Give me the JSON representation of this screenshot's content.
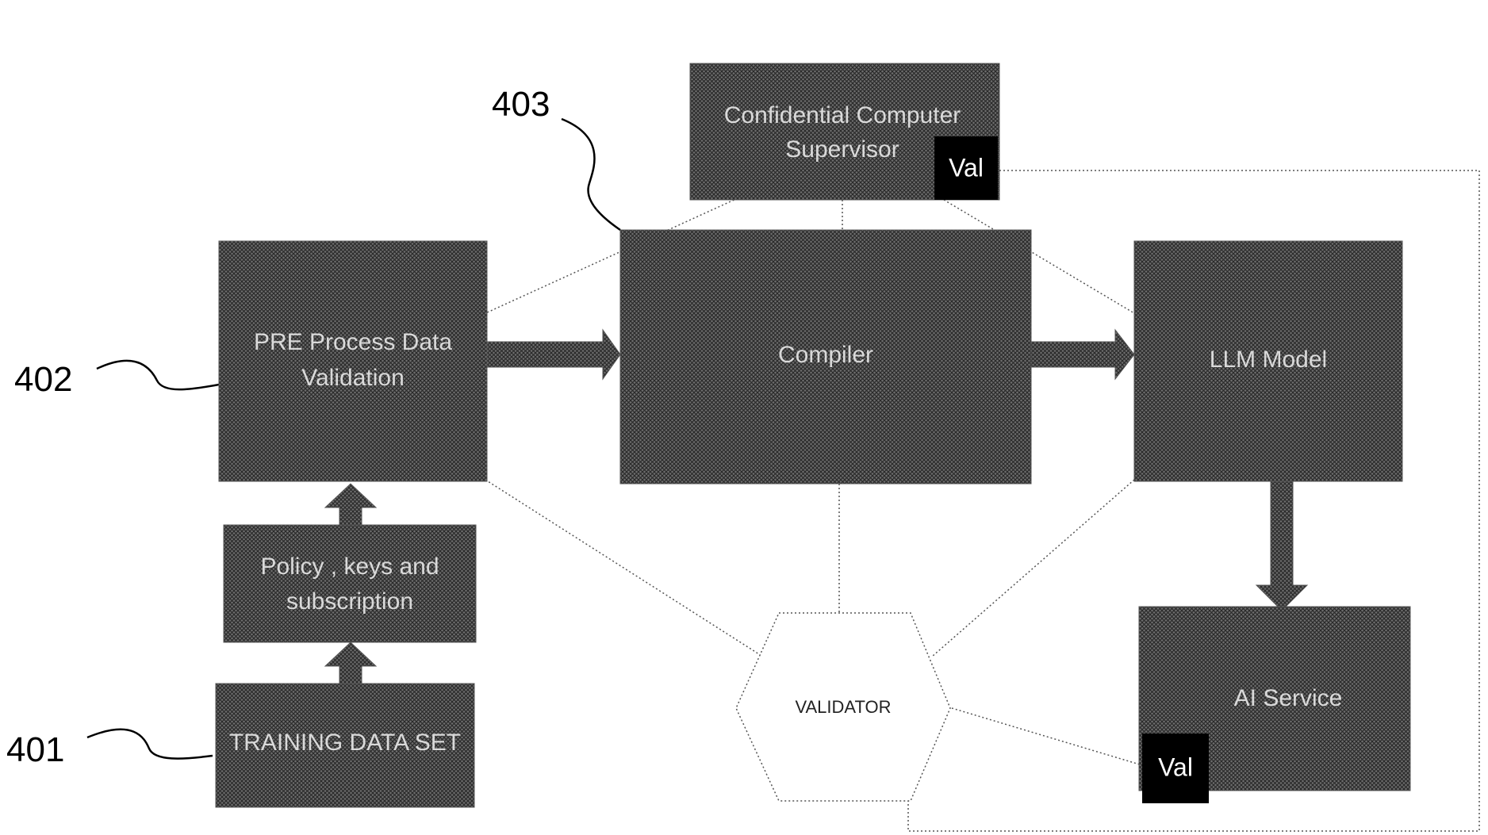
{
  "nodes": {
    "supervisor": {
      "line1": "Confidential Computer",
      "line2": "Supervisor"
    },
    "preprocess": {
      "line1": "PRE Process Data",
      "line2": "Validation"
    },
    "compiler": {
      "label": "Compiler"
    },
    "llm": {
      "label": "LLM Model"
    },
    "policy": {
      "line1": "Policy , keys and",
      "line2": "subscription"
    },
    "training": {
      "label": "TRAINING DATA SET"
    },
    "ai_service": {
      "label": "AI Service"
    },
    "validator": {
      "label": "VALIDATOR"
    },
    "val_supervisor": {
      "label": "Val"
    },
    "val_ai_service": {
      "label": "Val"
    }
  },
  "references": {
    "r401": "401",
    "r402": "402",
    "r403": "403"
  },
  "colors": {
    "box_fill": "#4d4d4d",
    "box_text": "#d9d9d9",
    "val_fill": "#000000"
  }
}
